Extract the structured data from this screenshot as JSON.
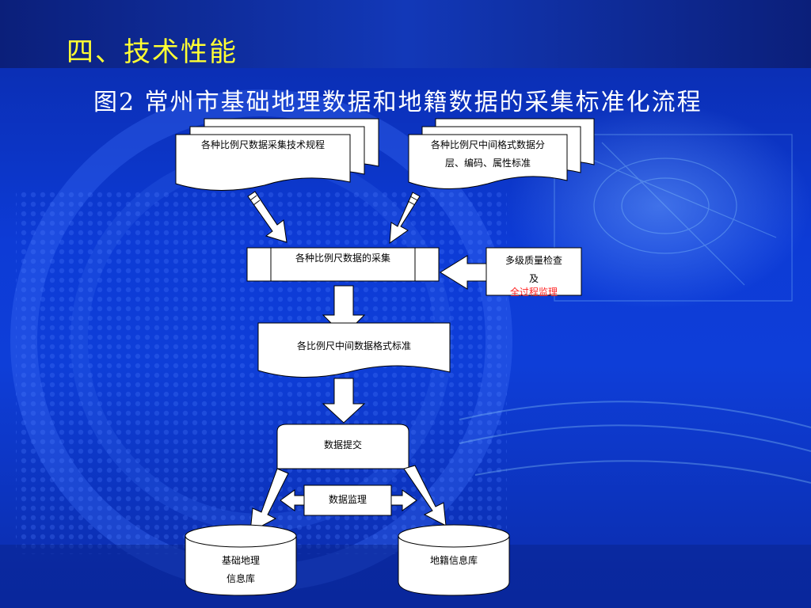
{
  "slide": {
    "title": "四、技术性能",
    "caption": "图2 常州市基础地理数据和地籍数据的采集标准化流程"
  },
  "diagram": {
    "doc_left": "各种比例尺数据采集技术规程",
    "doc_right_line1": "各种比例尺中间格式数据分",
    "doc_right_line2": "层、编码、属性标准",
    "process_collect": "各种比例尺数据的采集",
    "quality_line1": "多级质量检查",
    "quality_line2": "及",
    "quality_line3": "全过程监理",
    "intermediate_standard": "各比例尺中间数据格式标准",
    "data_submit": "数据提交",
    "data_supervision": "数据监理",
    "db_basic_line1": "基础地理",
    "db_basic_line2": "信息库",
    "db_cadastral": "地籍信息库"
  },
  "colors": {
    "background": "#0e3ed8",
    "title": "#ffff33",
    "caption": "#ffffff",
    "shape_fill": "#ffffff",
    "highlight_text": "#ff2222"
  }
}
